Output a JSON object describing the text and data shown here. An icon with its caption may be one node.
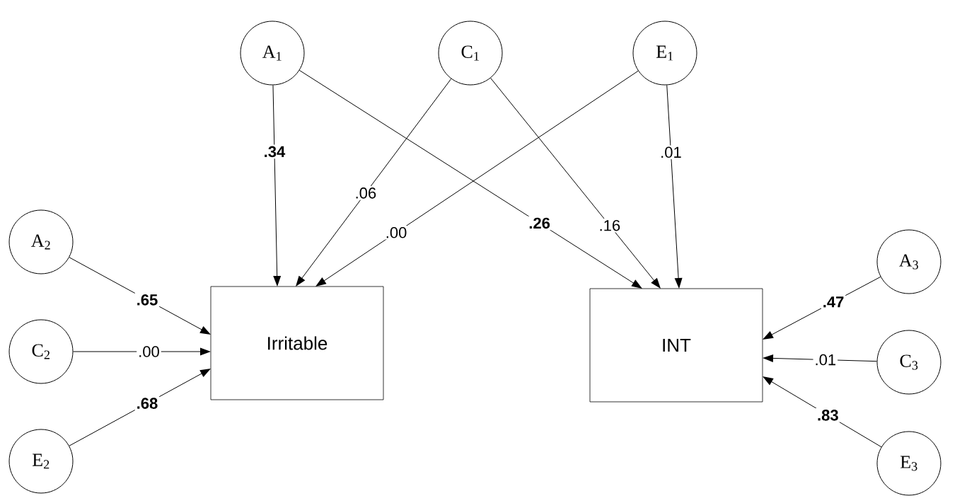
{
  "diagram": {
    "nodes": [
      {
        "text": [
          "A$_{1}$"
        ]
      },
      {
        "text": [
          "C$_{1}$"
        ]
      },
      {
        "text": [
          "E$_{1}$"
        ]
      },
      {
        "text": [
          "A$_{2}$"
        ]
      },
      {
        "text": [
          "C$_{2}$"
        ]
      },
      {
        "text": [
          "E$_{2}$"
        ]
      },
      {
        "text": [
          "Irritable"
        ]
      },
      {
        "text": [
          "INT"
        ]
      },
      {
        "text": [
          "A$_{3}$"
        ]
      },
      {
        "text": [
          "C$_{3}$"
        ]
      },
      {
        "text": [
          "E$_{3}$"
        ]
      }
    ],
    "edges": [
      {
        "from": 0,
        "to": 6,
        "arrow": "to",
        "label": "**.34**"
      },
      {
        "from": 1,
        "to": 6,
        "arrow": "to",
        "label": ".06"
      },
      {
        "from": 2,
        "to": 6,
        "arrow": "to",
        "label": ".00"
      },
      {
        "from": 0,
        "to": 7,
        "arrow": "to",
        "label": "**.26**"
      },
      {
        "from": 1,
        "to": 7,
        "arrow": "to",
        "label": ".16"
      },
      {
        "from": 2,
        "to": 7,
        "arrow": "to",
        "label": ".01"
      },
      {
        "from": 3,
        "to": 6,
        "arrow": "to",
        "label": "**.65**"
      },
      {
        "from": 4,
        "to": 6,
        "arrow": "to",
        "label": ".00"
      },
      {
        "from": 5,
        "to": 6,
        "arrow": "to",
        "label": "**.68**"
      },
      {
        "from": 8,
        "to": 7,
        "arrow": "to",
        "label": "**.47**"
      },
      {
        "from": 9,
        "to": 7,
        "arrow": "to",
        "label": ".01"
      },
      {
        "from": 10,
        "to": 7,
        "arrow": "to",
        "label": "**.83**"
      }
    ]
  }
}
